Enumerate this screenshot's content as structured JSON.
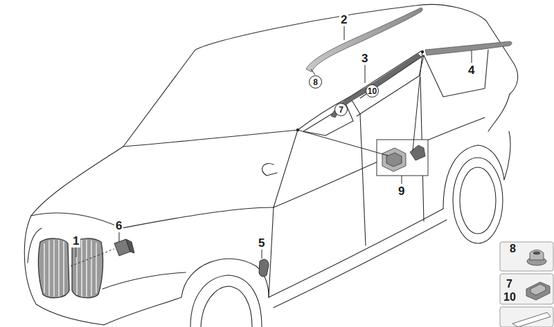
{
  "diagram": {
    "labels": [
      "2",
      "8",
      "3",
      "10",
      "7",
      "4",
      "9",
      "6",
      "1",
      "5",
      "8",
      "7",
      "10"
    ]
  }
}
